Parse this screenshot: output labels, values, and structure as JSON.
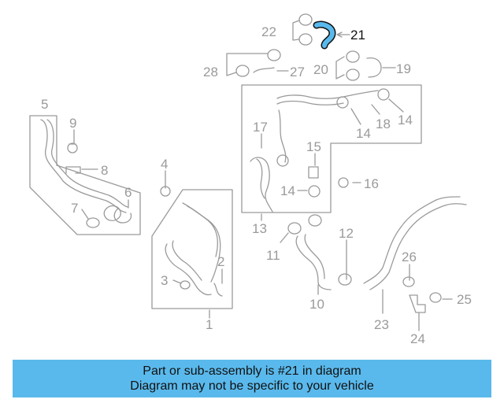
{
  "diagram": {
    "highlighted_part": "21",
    "callouts": [
      "1",
      "2",
      "3",
      "4",
      "5",
      "6",
      "7",
      "8",
      "9",
      "10",
      "11",
      "12",
      "13",
      "14",
      "14",
      "14",
      "15",
      "16",
      "17",
      "18",
      "19",
      "20",
      "21",
      "22",
      "23",
      "24",
      "25",
      "26",
      "27",
      "28"
    ],
    "highlight_color": "#5ab9ec",
    "line_color": "#9a9a9a"
  },
  "banner": {
    "line1": "Part or sub-assembly is #21 in diagram",
    "line2": "Diagram may not be specific to your vehicle",
    "background": "#5ab9ec"
  }
}
